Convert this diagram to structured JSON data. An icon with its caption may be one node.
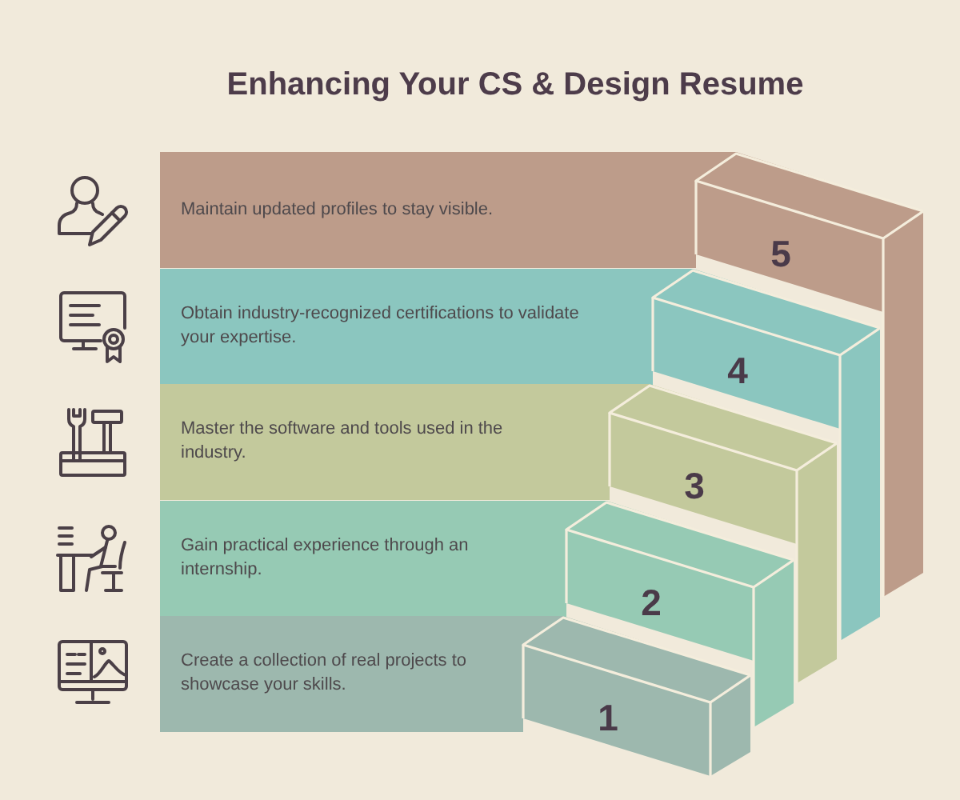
{
  "diagram": {
    "title": "Enhancing Your CS & Design Resume",
    "nodes": [
      {
        "text": [
          "Maintain updated profiles to stay visible.",
          "5"
        ]
      },
      {
        "text": [
          "Obtain industry-recognized certifications to validate your expertise.",
          "4"
        ]
      },
      {
        "text": [
          "Master the software and tools used in the industry.",
          "3"
        ]
      },
      {
        "text": [
          "Gain practical experience through an internship.",
          "2"
        ]
      },
      {
        "text": [
          "Create a collection of real projects to showcase your skills.",
          "1"
        ]
      }
    ]
  }
}
